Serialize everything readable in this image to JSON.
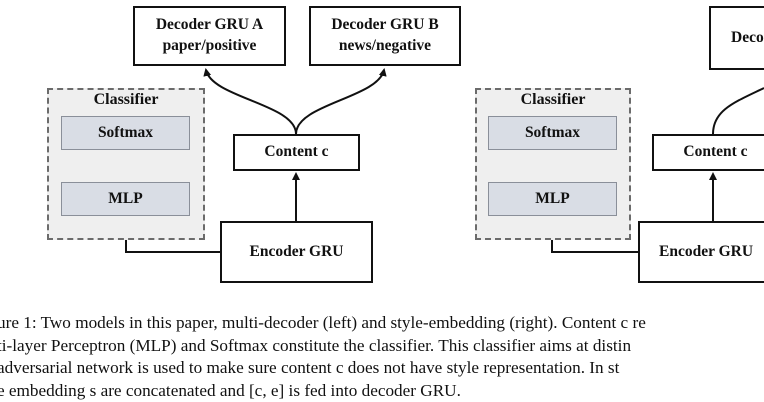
{
  "left_model": {
    "decoder_a": {
      "line1": "Decoder GRU A",
      "line2": "paper/positive"
    },
    "decoder_b": {
      "line1": "Decoder GRU B",
      "line2": "news/negative"
    },
    "classifier_title": "Classifier",
    "softmax_label": "Softmax",
    "mlp_label": "MLP",
    "content_label": "Content c",
    "encoder_label": "Encoder GRU"
  },
  "right_model": {
    "decoder_partial": "Deco",
    "classifier_title": "Classifier",
    "softmax_label": "Softmax",
    "mlp_label": "MLP",
    "content_label": "Content c",
    "encoder_label": "Encoder GRU"
  },
  "caption": {
    "line1": "ure 1: Two models in this paper, multi-decoder (left) and style-embedding (right). Content c re",
    "line2": "ti-layer Perceptron (MLP) and Softmax constitute the classifier. This classifier aims at distin",
    "line3": "adversarial network is used to make sure content c does not have style representation. In st",
    "line4": "e embedding s are concatenated and [c, e] is fed into decoder GRU."
  }
}
